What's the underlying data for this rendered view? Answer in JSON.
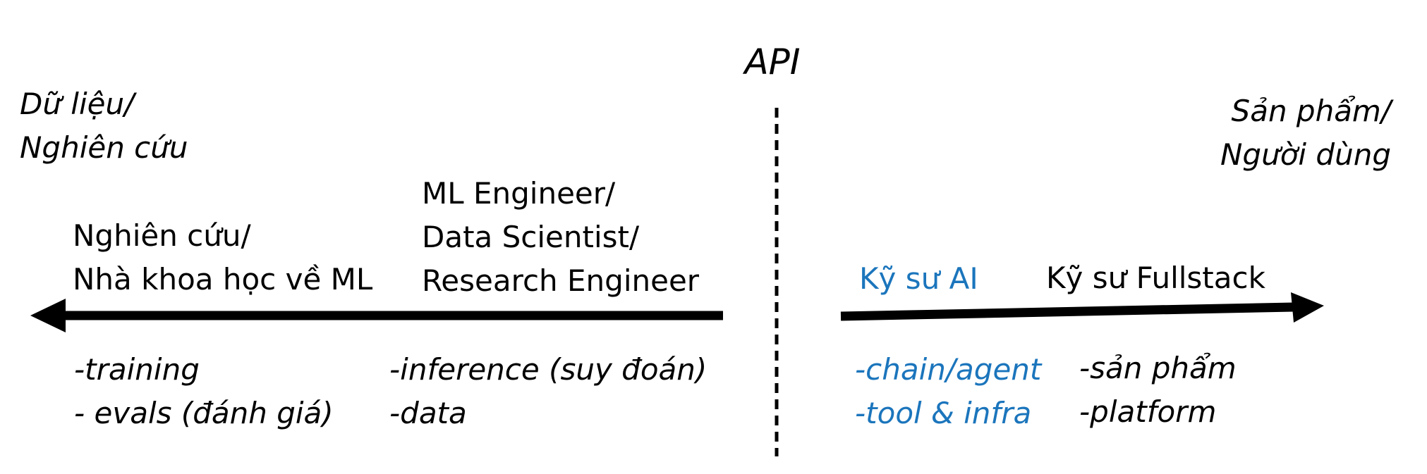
{
  "colors": {
    "ink": "#000000",
    "accent_blue": "#1B75BC",
    "background": "#FFFFFF"
  },
  "diagram": {
    "api_label": "API",
    "poles": {
      "left": {
        "lines": [
          "Dữ liệu/",
          "Nghiên cứu"
        ]
      },
      "right": {
        "lines": [
          "Sản phẩm/",
          "Người dùng"
        ]
      }
    },
    "roles": {
      "ml_scientist": {
        "lines": [
          "Nghiên cứu/",
          "Nhà khoa học về ML"
        ]
      },
      "ml_engineer": {
        "lines": [
          "ML Engineer/",
          "Data Scientist/",
          "Research Engineer"
        ]
      },
      "ai_engineer": {
        "label": "Kỹ sư AI"
      },
      "fullstack_engineer": {
        "label": "Kỹ sư Fullstack"
      }
    },
    "task_lists": {
      "ml_scientist": {
        "items": [
          "-training",
          "- evals (đánh giá)"
        ]
      },
      "ml_engineer": {
        "items": [
          "-inference (suy đoán)",
          "-data"
        ]
      },
      "ai_engineer": {
        "items": [
          "-chain/agent",
          "-tool & infra"
        ]
      },
      "fullstack_engineer": {
        "items": [
          "-sản phẩm",
          "-platform"
        ]
      }
    }
  }
}
